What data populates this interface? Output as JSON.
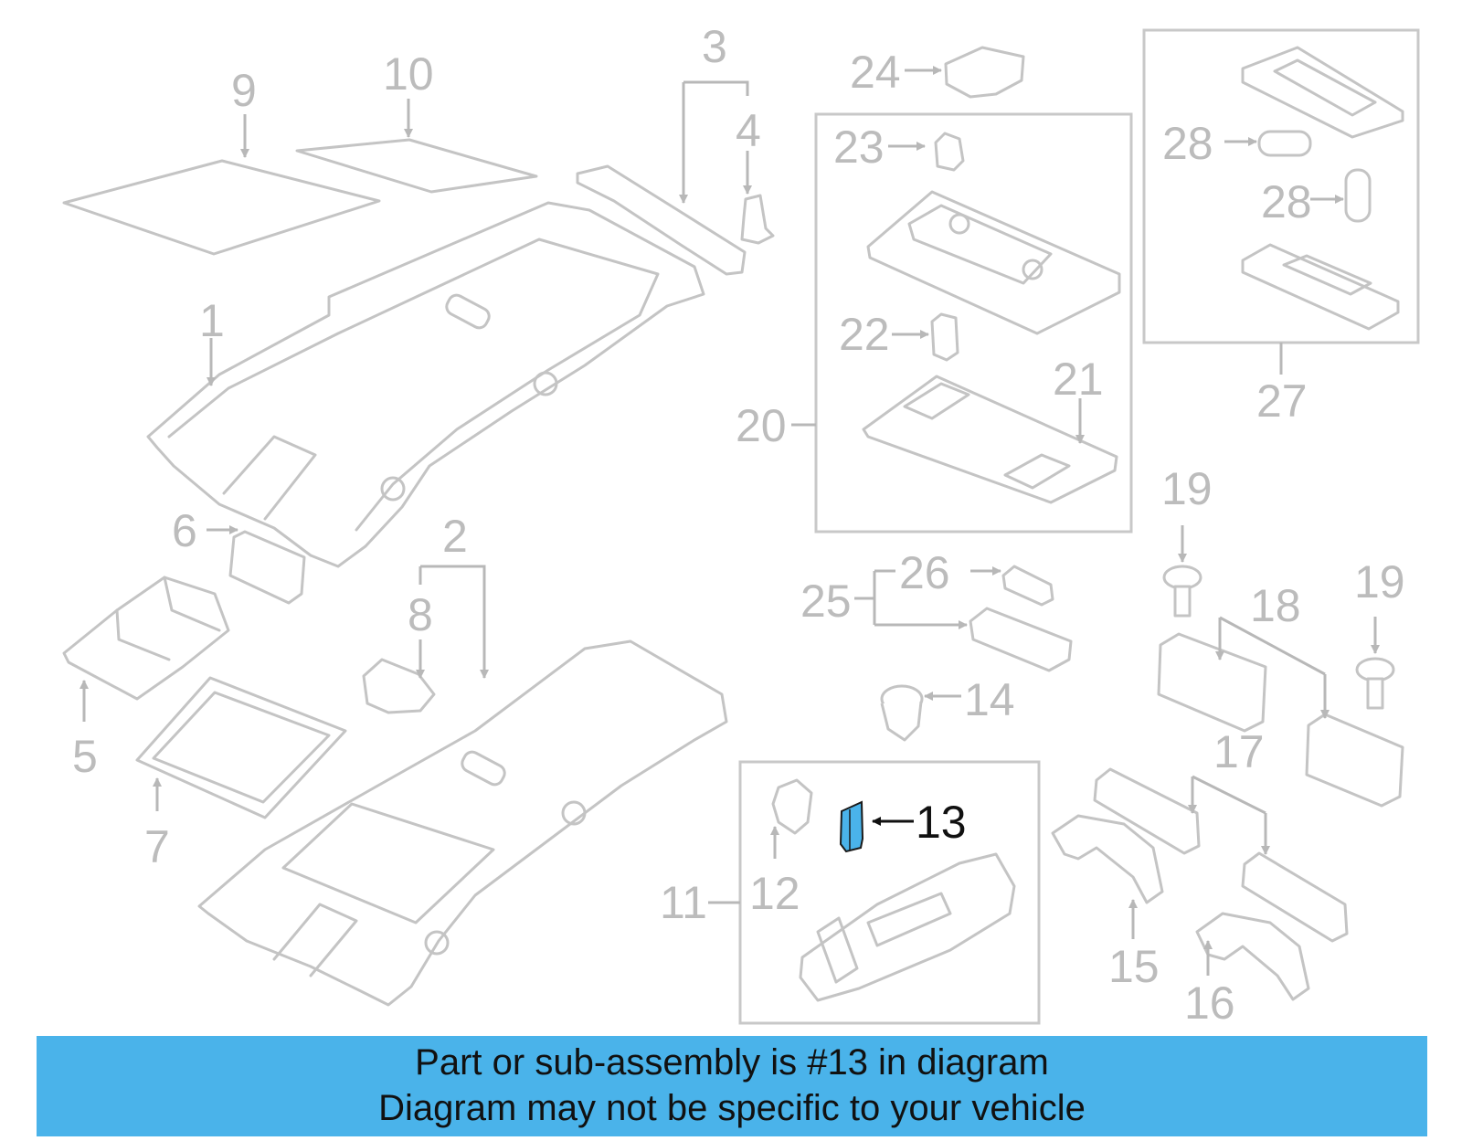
{
  "callouts": {
    "c1": "1",
    "c2": "2",
    "c3": "3",
    "c4": "4",
    "c5": "5",
    "c6": "6",
    "c7": "7",
    "c8": "8",
    "c9": "9",
    "c10": "10",
    "c11": "11",
    "c12": "12",
    "c13": "13",
    "c14": "14",
    "c15": "15",
    "c16": "16",
    "c17": "17",
    "c18": "18",
    "c19a": "19",
    "c19b": "19",
    "c20": "20",
    "c21": "21",
    "c22": "22",
    "c23": "23",
    "c24": "24",
    "c25": "25",
    "c26": "26",
    "c27": "27",
    "c28a": "28",
    "c28b": "28"
  },
  "highlight": {
    "part_number": "13",
    "color": "#4ab3ea"
  },
  "banner": {
    "line1": "Part or sub-assembly is #13 in diagram",
    "line2": "Diagram may not be specific to your vehicle",
    "background": "#4ab3ea"
  }
}
